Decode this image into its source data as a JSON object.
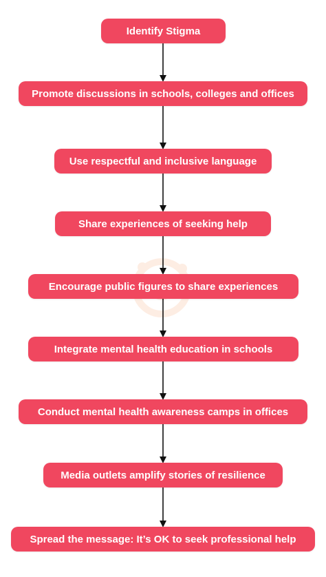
{
  "diagram": {
    "type": "flowchart",
    "direction": "top-to-bottom",
    "node_color": "#f0475f",
    "text_color": "#ffffff",
    "arrow_color": "#111111",
    "nodes": [
      {
        "id": "n1",
        "label": "Identify Stigma"
      },
      {
        "id": "n2",
        "label": "Promote discussions in schools, colleges and offices"
      },
      {
        "id": "n3",
        "label": "Use respectful and inclusive language"
      },
      {
        "id": "n4",
        "label": "Share experiences of seeking help"
      },
      {
        "id": "n5",
        "label": "Encourage public figures to share experiences"
      },
      {
        "id": "n6",
        "label": "Integrate mental health education in schools"
      },
      {
        "id": "n7",
        "label": "Conduct mental health awareness camps in offices"
      },
      {
        "id": "n8",
        "label": "Media outlets amplify stories of resilience"
      },
      {
        "id": "n9",
        "label": "Spread the message: It’s OK to seek professional help"
      }
    ],
    "edges": [
      {
        "from": "n1",
        "to": "n2"
      },
      {
        "from": "n2",
        "to": "n3"
      },
      {
        "from": "n3",
        "to": "n4"
      },
      {
        "from": "n4",
        "to": "n5"
      },
      {
        "from": "n5",
        "to": "n6"
      },
      {
        "from": "n6",
        "to": "n7"
      },
      {
        "from": "n7",
        "to": "n8"
      },
      {
        "from": "n8",
        "to": "n9"
      }
    ]
  }
}
